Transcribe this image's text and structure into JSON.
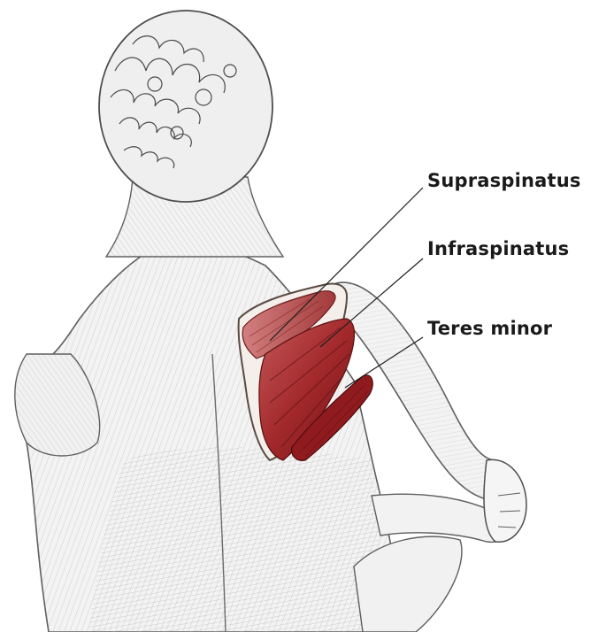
{
  "labels": {
    "supraspinatus": "Supraspinatus",
    "infraspinatus": "Infraspinatus",
    "teres_minor": "Teres minor"
  },
  "colors": {
    "background": "#ffffff",
    "skin_sketch": "#f2f2f2",
    "pencil_line": "#6b6b6b",
    "muscle_dark": "#7a1518",
    "muscle_mid": "#a3292b",
    "muscle_light": "#c4585a",
    "bone": "#f4efea",
    "label_text": "#1a1a1a"
  }
}
